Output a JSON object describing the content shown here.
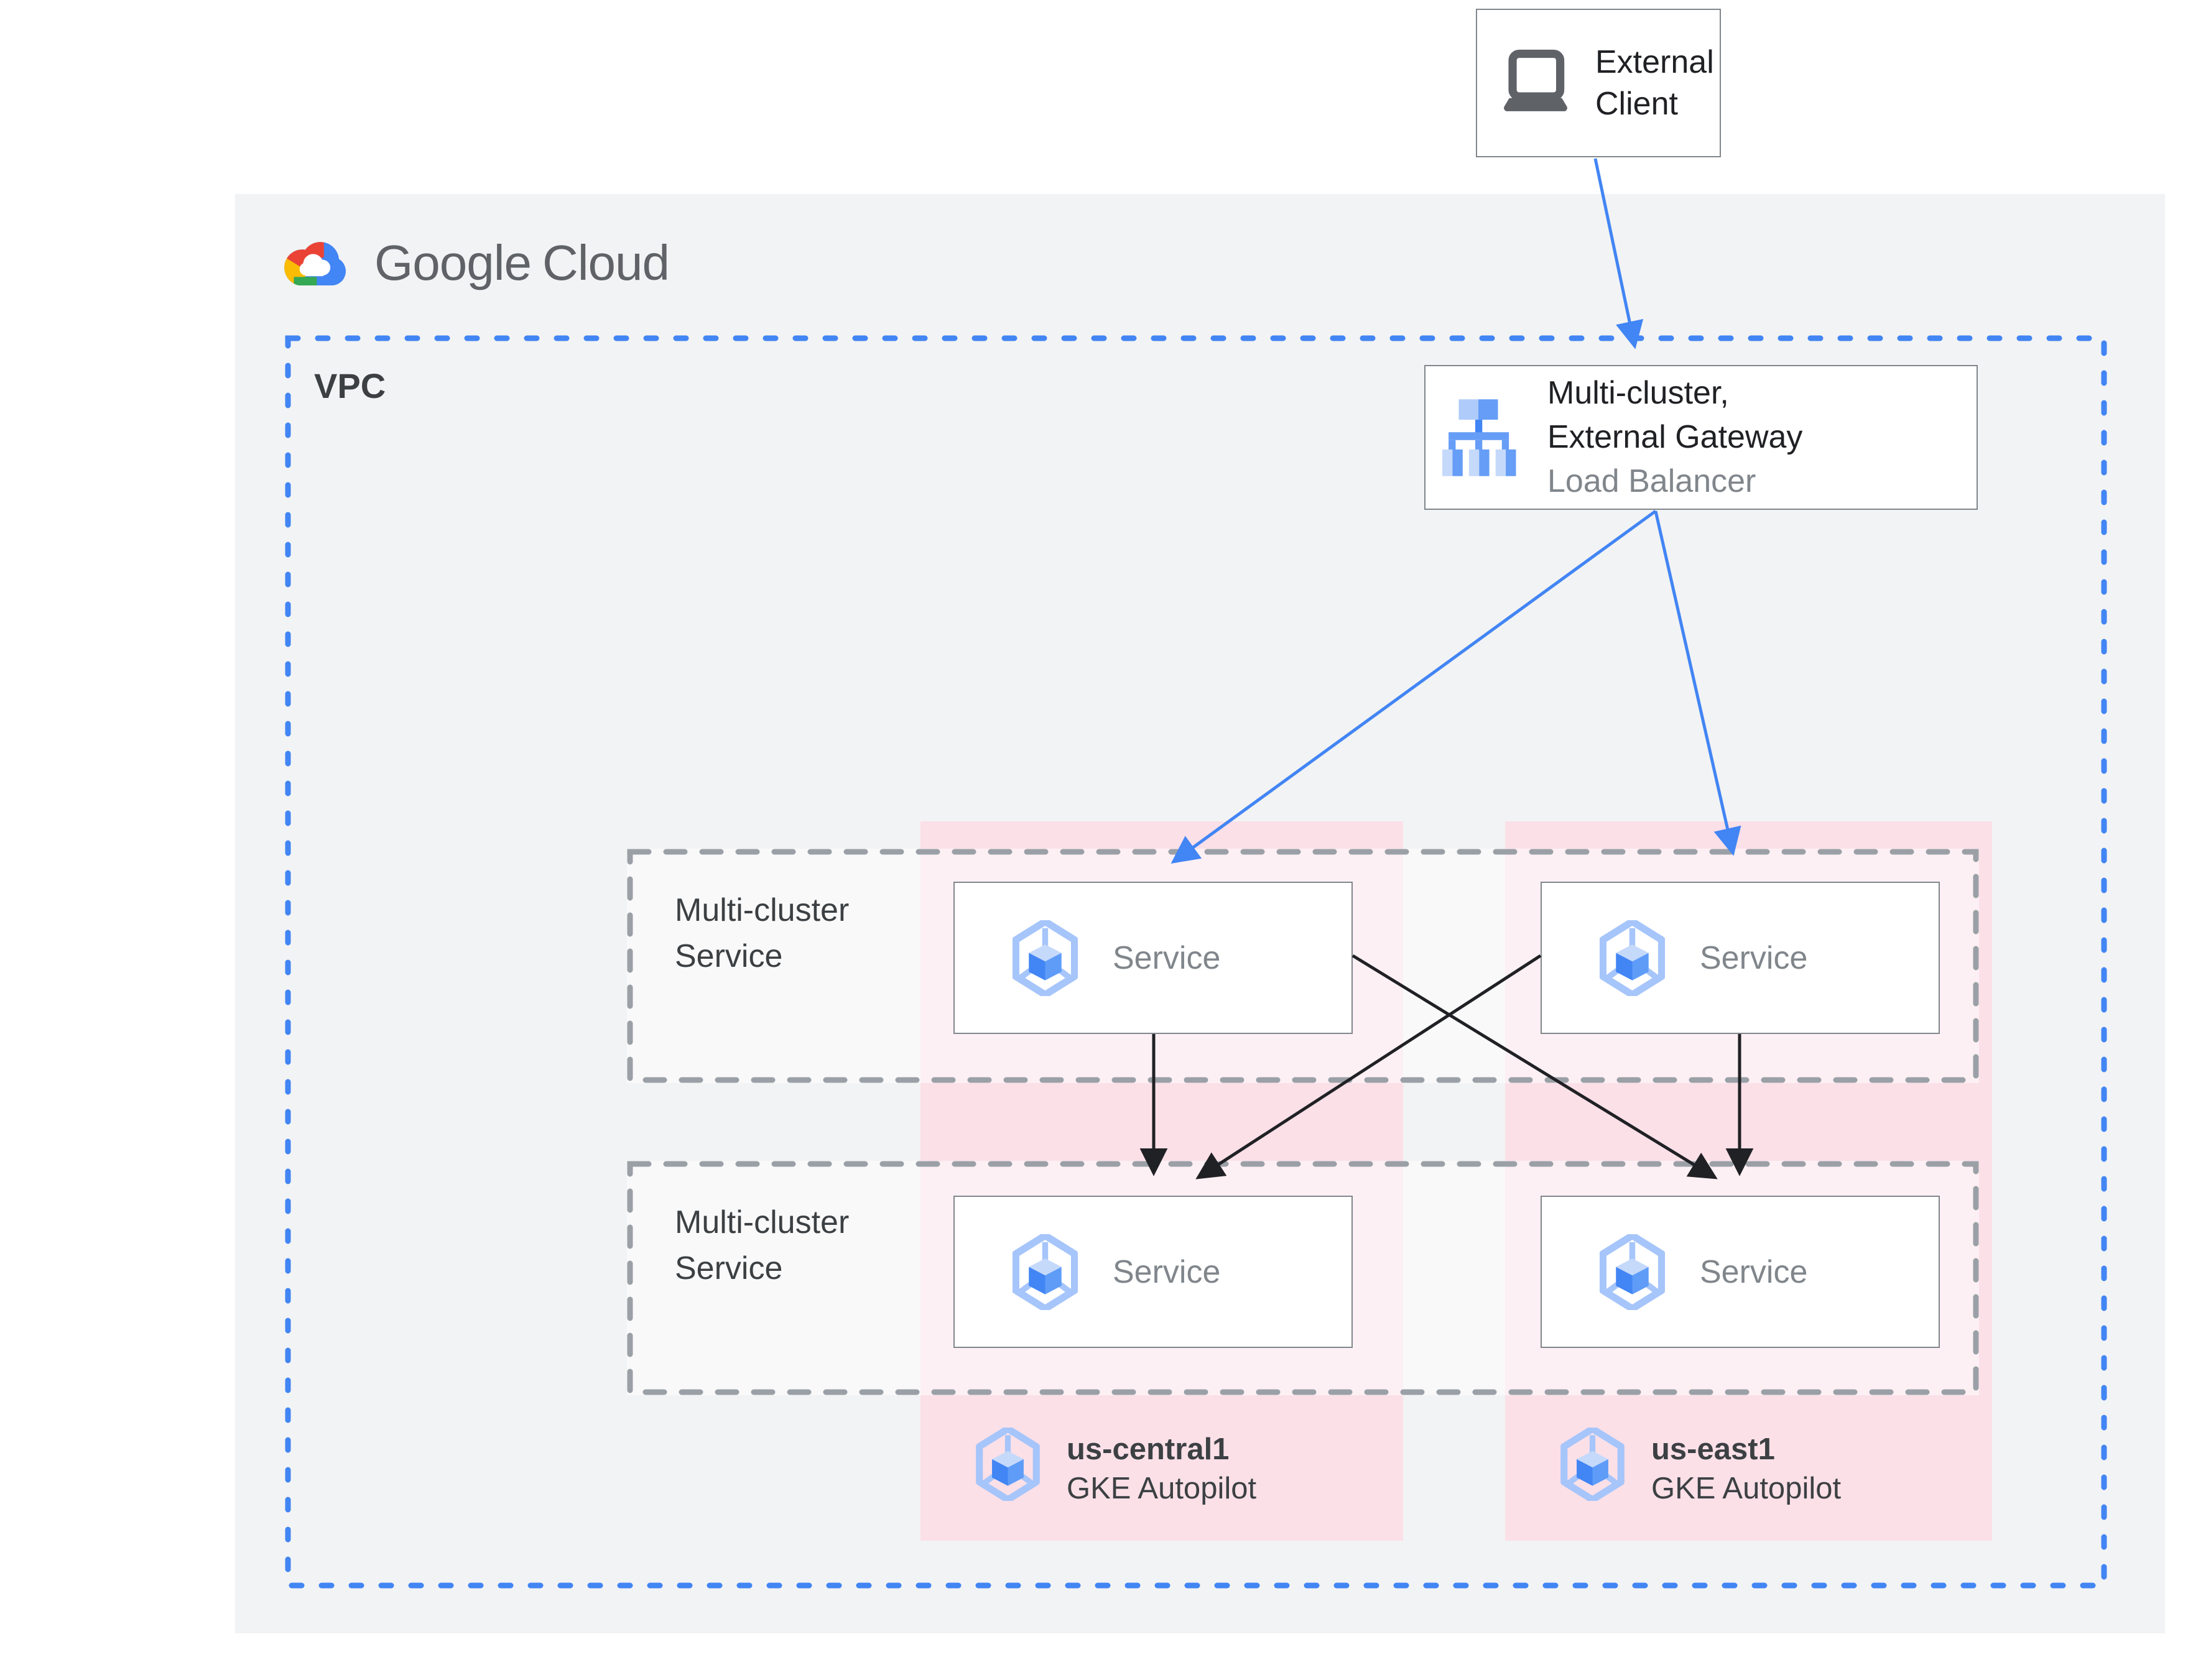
{
  "logo": {
    "google": "Google",
    "cloud": "Cloud"
  },
  "vpc": {
    "label": "VPC"
  },
  "client": {
    "line1": "External",
    "line2": "Client"
  },
  "gateway": {
    "line1": "Multi-cluster,",
    "line2": "External Gateway",
    "subtitle": "Load Balancer"
  },
  "mcs": [
    {
      "line1": "Multi-cluster",
      "line2": "Service"
    },
    {
      "line1": "Multi-cluster",
      "line2": "Service"
    }
  ],
  "services": [
    {
      "label": "Service"
    },
    {
      "label": "Service"
    },
    {
      "label": "Service"
    },
    {
      "label": "Service"
    }
  ],
  "regions": [
    {
      "name": "us-central1",
      "platform": "GKE Autopilot"
    },
    {
      "name": "us-east1",
      "platform": "GKE Autopilot"
    }
  ],
  "colors": {
    "accent_blue": "#4285f4",
    "arrow_black": "#202124",
    "panel_gray": "#f2f3f4",
    "cluster_pink": "#fbe0e8",
    "dash_gray": "#9aa0a6",
    "border_gray": "#80868b",
    "text_dark": "#3c4043",
    "text_gray": "#80868b",
    "logo_red": "#ea4335",
    "logo_yellow": "#fbbc05",
    "logo_green": "#34a853"
  }
}
